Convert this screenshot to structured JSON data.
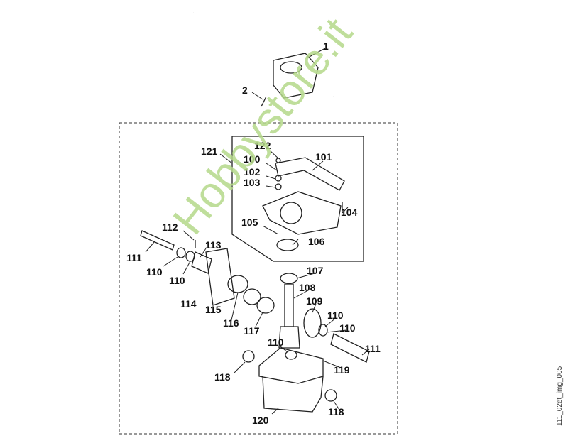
{
  "diagram": {
    "labels": [
      {
        "id": "1",
        "text": "1"
      },
      {
        "id": "2",
        "text": "2"
      },
      {
        "id": "122",
        "text": "122"
      },
      {
        "id": "121",
        "text": "121"
      },
      {
        "id": "100",
        "text": "100"
      },
      {
        "id": "101",
        "text": "101"
      },
      {
        "id": "102",
        "text": "102"
      },
      {
        "id": "103",
        "text": "103"
      },
      {
        "id": "104",
        "text": "104"
      },
      {
        "id": "105",
        "text": "105"
      },
      {
        "id": "106",
        "text": "106"
      },
      {
        "id": "112",
        "text": "112"
      },
      {
        "id": "113",
        "text": "113"
      },
      {
        "id": "111a",
        "text": "111"
      },
      {
        "id": "110a",
        "text": "110"
      },
      {
        "id": "110b",
        "text": "110"
      },
      {
        "id": "107",
        "text": "107"
      },
      {
        "id": "108",
        "text": "108"
      },
      {
        "id": "109",
        "text": "109"
      },
      {
        "id": "114",
        "text": "114"
      },
      {
        "id": "115",
        "text": "115"
      },
      {
        "id": "116",
        "text": "116"
      },
      {
        "id": "117",
        "text": "117"
      },
      {
        "id": "110c",
        "text": "110"
      },
      {
        "id": "110d",
        "text": "110"
      },
      {
        "id": "111b",
        "text": "111"
      },
      {
        "id": "110e",
        "text": "110"
      },
      {
        "id": "119",
        "text": "119"
      },
      {
        "id": "118a",
        "text": "118"
      },
      {
        "id": "120",
        "text": "120"
      },
      {
        "id": "118b",
        "text": "118"
      }
    ],
    "caption": "111_02et_img_005",
    "watermark": "Hobbystore.it",
    "watermark_color": "#b5d98a"
  }
}
